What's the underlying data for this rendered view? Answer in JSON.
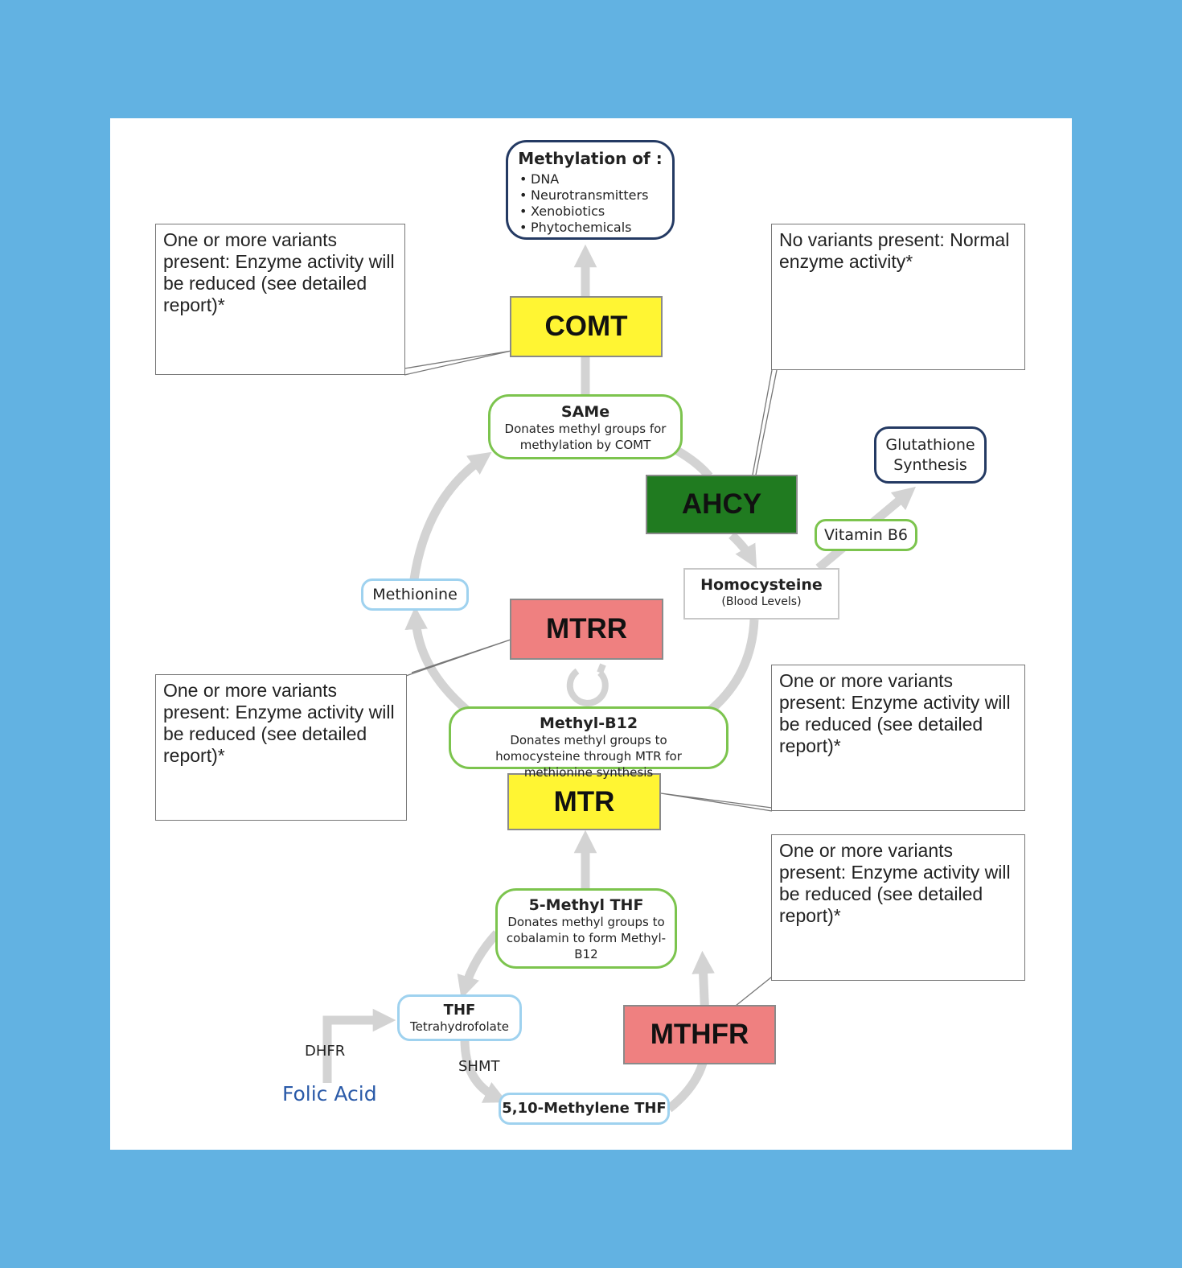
{
  "methylation": {
    "title": "Methylation of :",
    "items": [
      "DNA",
      "Neurotransmitters",
      "Xenobiotics",
      "Phytochemicals"
    ]
  },
  "enzymes": {
    "comt": "COMT",
    "ahcy": "AHCY",
    "mtrr": "MTRR",
    "mtr": "MTR",
    "mthfr": "MTHFR"
  },
  "colors": {
    "background": "#62b2e2",
    "comt": "#fff533",
    "ahcy": "#207b20",
    "mtrr": "#ef8080",
    "mtr": "#fff533",
    "mthfr": "#ef8080",
    "navy_border": "#243a63",
    "green_border": "#7cc44e",
    "light_blue_border": "#9fd2ef",
    "arrow": "#d3d3d3",
    "folic_acid": "#2a5aa8"
  },
  "callouts": {
    "comt": "One or more variants present: Enzyme activity will be reduced (see detailed report)*",
    "ahcy": "No variants present: Normal enzyme activity*",
    "mtrr": "One or more variants present: Enzyme activity will be reduced (see detailed report)*",
    "mtr": "One or more variants present: Enzyme activity will be reduced (see detailed report)*",
    "mthfr": "One or more variants present: Enzyme activity will be reduced (see detailed report)*"
  },
  "nodes": {
    "same_title": "SAMe",
    "same_desc": "Donates methyl groups for methylation by COMT",
    "glutathione": "Glutathione Synthesis",
    "vitamin_b6": "Vitamin B6",
    "homocysteine_title": "Homocysteine",
    "homocysteine_sub": "(Blood Levels)",
    "methionine": "Methionine",
    "methyl_b12_title": "Methyl-B12",
    "methyl_b12_desc": "Donates methyl groups to homocysteine through MTR for methionine synthesis",
    "methyl_thf_title": "5-Methyl THF",
    "methyl_thf_desc": "Donates methyl groups to cobalamin to form Methyl-B12",
    "thf_title": "THF",
    "thf_sub": "Tetrahydrofolate",
    "methylene_thf": "5,10-Methylene THF",
    "dhfr": "DHFR",
    "shmt": "SHMT",
    "folic_acid": "Folic Acid"
  }
}
